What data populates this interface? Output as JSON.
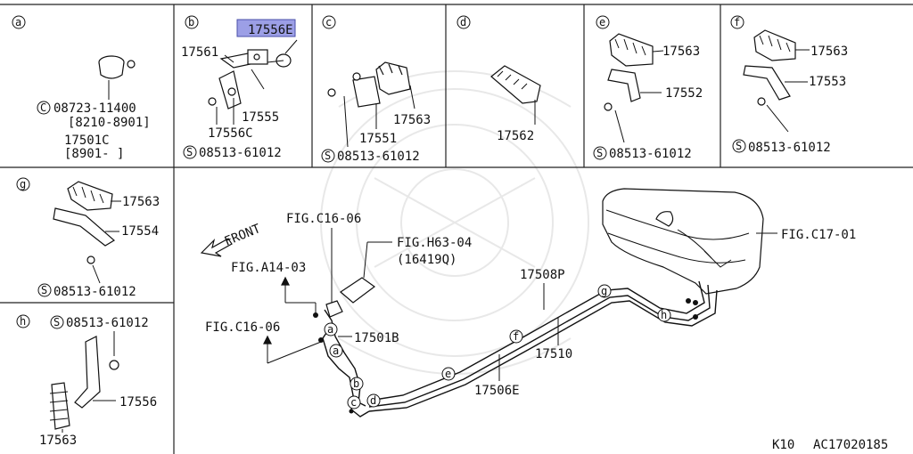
{
  "panels": {
    "a": {
      "letter": "a",
      "circ_c": "C",
      "part1": "08723-11400",
      "date1": "[8210-8901]",
      "part2": "17501C",
      "date2": "[8901-     ]"
    },
    "b": {
      "letter": "b",
      "highlight": "17556E",
      "p_17561": "17561",
      "p_17555": "17555",
      "p_17556c": "17556C",
      "circ_s": "S",
      "bolt": "08513-61012"
    },
    "c": {
      "letter": "c",
      "p_17563": "17563",
      "p_17551": "17551",
      "circ_s": "S",
      "bolt": "08513-61012"
    },
    "d": {
      "letter": "d",
      "p_17562": "17562"
    },
    "e": {
      "letter": "e",
      "p_17563": "17563",
      "p_17552": "17552",
      "circ_s": "S",
      "bolt": "08513-61012"
    },
    "f": {
      "letter": "f",
      "p_17563": "17563",
      "p_17553": "17553",
      "circ_s": "S",
      "bolt": "08513-61012"
    },
    "g": {
      "letter": "g",
      "p_17563": "17563",
      "p_17554": "17554",
      "circ_s": "S",
      "bolt": "08513-61012"
    },
    "h": {
      "letter": "h",
      "circ_s": "S",
      "bolt": "08513-61012",
      "p_17556": "17556",
      "p_17563": "17563"
    }
  },
  "main": {
    "front": "FRONT",
    "fig_c16_top": "FIG.C16-06",
    "fig_h63": "FIG.H63-04",
    "fig_h63_sub": "(16419Q)",
    "fig_a14": "FIG.A14-03",
    "fig_c16_left": "FIG.C16-06",
    "p_17501b": "17501B",
    "p_17508p": "17508P",
    "p_17510": "17510",
    "p_17506e": "17506E",
    "fig_c17": "FIG.C17-01",
    "callouts": [
      "a",
      "a",
      "b",
      "c",
      "d",
      "e",
      "f",
      "g",
      "h"
    ]
  },
  "footer": {
    "model": "K10",
    "code": "AC17020185"
  }
}
